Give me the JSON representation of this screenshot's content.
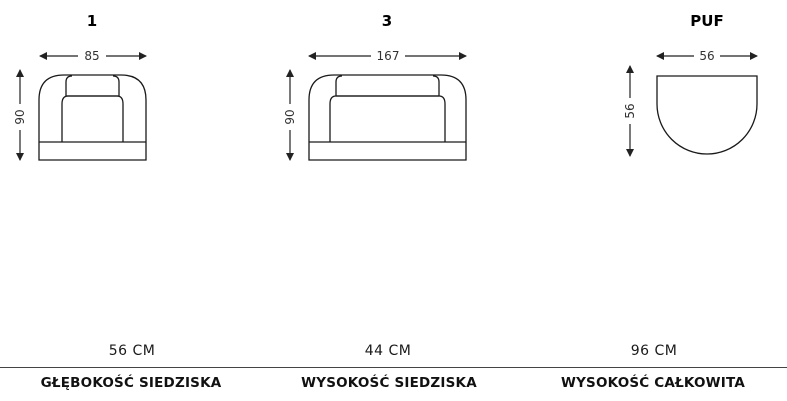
{
  "products": [
    {
      "title": "1",
      "width": "85",
      "depth": "90"
    },
    {
      "title": "3",
      "width": "167",
      "depth": "90"
    },
    {
      "title": "PUF",
      "width": "56",
      "depth": "56"
    }
  ],
  "specs": [
    {
      "value": "56 CM",
      "label": "GŁĘBOKOŚĆ SIEDZISKA"
    },
    {
      "value": "44 CM",
      "label": "WYSOKOŚĆ SIEDZISKA"
    },
    {
      "value": "96 CM",
      "label": "WYSOKOŚĆ CAŁKOWITA"
    }
  ],
  "colors": {
    "outline": "#1a1a1a",
    "arrow": "#222222"
  }
}
